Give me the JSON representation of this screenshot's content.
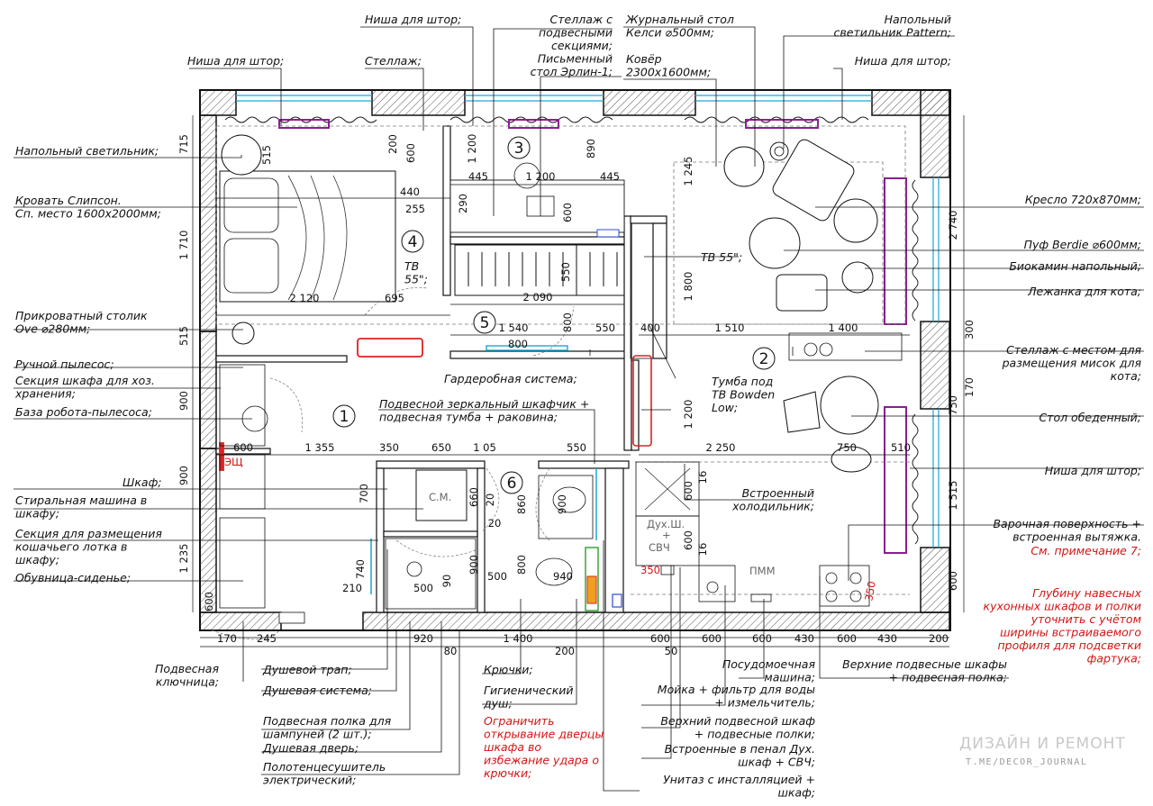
{
  "labels_top": [
    {
      "id": "curtain-niche-1",
      "lines": [
        "Ниша для штор;"
      ]
    },
    {
      "id": "curtain-niche-2",
      "lines": [
        "Ниша для штор;"
      ]
    },
    {
      "id": "shelving",
      "lines": [
        "Стеллаж;"
      ]
    },
    {
      "id": "hanging-shelving",
      "lines": [
        "Стеллаж с",
        "подвесными",
        "секциями;",
        "Письменный",
        "стол Эрлин-1;"
      ]
    },
    {
      "id": "coffee-table",
      "lines": [
        "Журнальный стол",
        "Келси ⌀500мм;"
      ]
    },
    {
      "id": "carpet",
      "lines": [
        "Ковёр",
        "2300х1600мм;"
      ]
    },
    {
      "id": "floor-lamp-pattern",
      "lines": [
        "Напольный",
        "светильник Pattern;"
      ]
    },
    {
      "id": "curtain-niche-3",
      "lines": [
        "Ниша для штор;"
      ]
    }
  ],
  "labels_left": [
    {
      "id": "floor-lamp",
      "lines": [
        "Напольный светильник;"
      ]
    },
    {
      "id": "bed",
      "lines": [
        "Кровать Слипсон.",
        "Сп. место 1600х2000мм;"
      ]
    },
    {
      "id": "bedside-table",
      "lines": [
        "Прикроватный столик",
        "Ove ⌀280мм;"
      ]
    },
    {
      "id": "hand-vacuum",
      "lines": [
        "Ручной пылесос;"
      ]
    },
    {
      "id": "utility-cabinet",
      "lines": [
        "Секция шкафа для хоз.",
        "хранения;"
      ]
    },
    {
      "id": "robot-vacuum-base",
      "lines": [
        "База робота-пылесоса;"
      ]
    },
    {
      "id": "wardrobe-hall",
      "lines": [
        "Шкаф;"
      ]
    },
    {
      "id": "washing-machine",
      "lines": [
        "Стиральная машина в",
        "шкафу;"
      ]
    },
    {
      "id": "litter-box-section",
      "lines": [
        "Секция для размещения",
        "кошачьего лотка в",
        "шкафу;"
      ]
    },
    {
      "id": "shoe-bench",
      "lines": [
        "Обувница-сиденье;"
      ]
    }
  ],
  "labels_right": [
    {
      "id": "armchair",
      "lines": [
        "Кресло 720х870мм;"
      ]
    },
    {
      "id": "pouf",
      "lines": [
        "Пуф Berdie ⌀600мм;"
      ]
    },
    {
      "id": "biofireplace",
      "lines": [
        "Биокамин напольный;"
      ]
    },
    {
      "id": "cat-bed",
      "lines": [
        "Лежанка для кота;"
      ]
    },
    {
      "id": "cat-shelving",
      "lines": [
        "Стеллаж с местом для",
        "размещения мисок для",
        "кота;"
      ]
    },
    {
      "id": "dining-table",
      "lines": [
        "Стол обеденный;"
      ]
    },
    {
      "id": "curtain-niche-4",
      "lines": [
        "Ниша для штор;"
      ]
    },
    {
      "id": "hob-hood",
      "lines": [
        "Варочная поверхность +",
        "встроенная вытяжка."
      ]
    },
    {
      "id": "note-7",
      "lines": [
        "См. примечание 7;"
      ],
      "red": true
    },
    {
      "id": "cabinet-depth-note",
      "lines": [
        "Глубину навесных",
        "кухонных шкафов и полки",
        "уточнить с учётом",
        "ширины встраиваемого",
        "профиля для подсветки",
        "фартука;"
      ],
      "red": true
    }
  ],
  "labels_inner": [
    {
      "id": "tv-bedroom",
      "lines": [
        "ТВ",
        "55\";"
      ]
    },
    {
      "id": "tv-living",
      "lines": [
        "ТВ 55\";"
      ]
    },
    {
      "id": "wardrobe-system",
      "lines": [
        "Гардеробная система;"
      ]
    },
    {
      "id": "mirror-cabinet",
      "lines": [
        "Подвесной зеркальный шкафчик +",
        "подвесная тумба + раковина;"
      ]
    },
    {
      "id": "tv-stand",
      "lines": [
        "Тумба под",
        "ТВ Bowden",
        "Low;"
      ]
    },
    {
      "id": "built-in-fridge",
      "lines": [
        "Встроенный",
        "холодильник;"
      ]
    }
  ],
  "labels_bottom": [
    {
      "id": "key-holder",
      "lines": [
        "Подвесная",
        "ключница;"
      ]
    },
    {
      "id": "shower-drain",
      "lines": [
        "Душевой трап;"
      ]
    },
    {
      "id": "shower-system",
      "lines": [
        "Душевая система;"
      ]
    },
    {
      "id": "shampoo-shelf",
      "lines": [
        "Подвесная полка для",
        "шампуней (2 шт.);"
      ]
    },
    {
      "id": "shower-door",
      "lines": [
        "Душевая дверь;"
      ]
    },
    {
      "id": "towel-dryer",
      "lines": [
        "Полотенцесушитель",
        "электрический;"
      ]
    },
    {
      "id": "hooks",
      "lines": [
        "Крючки;"
      ]
    },
    {
      "id": "hygienic-shower",
      "lines": [
        "Гигиенический",
        "душ;"
      ]
    },
    {
      "id": "door-limit-note",
      "lines": [
        "Ограничить",
        "открывание дверцы",
        "шкафа во",
        "избежание удара о",
        "крючки;"
      ],
      "red": true
    },
    {
      "id": "dishwasher",
      "lines": [
        "Посудомоечная",
        "машина;"
      ]
    },
    {
      "id": "sink-filter",
      "lines": [
        "Мойка + фильтр для воды",
        "+ измельчитель;"
      ]
    },
    {
      "id": "upper-cabinet",
      "lines": [
        "Верхний подвесной шкаф",
        "+ подвесные полки;"
      ]
    },
    {
      "id": "oven-microwave",
      "lines": [
        "Встроенные в пенал Дух.",
        "шкаф + СВЧ;"
      ]
    },
    {
      "id": "toilet",
      "lines": [
        "Унитаз с инсталляцией +",
        "шкаф;"
      ]
    },
    {
      "id": "upper-kitchen-cabinets",
      "lines": [
        "Верхние подвесные шкафы",
        "+ подвесная полка;"
      ]
    }
  ],
  "room_numbers": [
    "1",
    "2",
    "3",
    "4",
    "5",
    "6"
  ],
  "fixture_marks": {
    "washer": "С.М.",
    "oven": "Дух.Ш.",
    "plus": "+",
    "microwave": "СВЧ",
    "dishwasher": "ПММ",
    "electric_panel": "ЭЩ"
  },
  "dims_top": [
    "715",
    "515",
    "200",
    "600",
    "1 200",
    "890",
    "1 245",
    "2 740",
    "1 800"
  ],
  "dims_left": [
    "1 710",
    "515",
    "900",
    "900",
    "1 235",
    "600"
  ],
  "dims_right": [
    "300",
    "170",
    "750",
    "1 515",
    "600"
  ],
  "dims_bottom": [
    "170",
    "245",
    "920",
    "80",
    "1 400",
    "200",
    "600",
    "600",
    "600",
    "430",
    "600",
    "430",
    "200",
    "50"
  ],
  "dims_inner": [
    "445",
    "1 200",
    "445",
    "440",
    "255",
    "290",
    "600",
    "550",
    "2 090",
    "2 120",
    "695",
    "1 540",
    "800",
    "550",
    "800",
    "400",
    "1 510",
    "1 400",
    "1 355",
    "350",
    "650",
    "1 05",
    "550",
    "2 250",
    "750",
    "510",
    "600",
    "700",
    "660",
    "20",
    "20",
    "860",
    "900",
    "16",
    "600",
    "600",
    "16",
    "740",
    "210",
    "500",
    "90",
    "900",
    "800",
    "500",
    "940",
    "1 200"
  ],
  "dims_red": [
    "350",
    "350"
  ],
  "watermark": {
    "title": "ДИЗАЙН И РЕМОНТ",
    "handle": "T.ME/DECOR_JOURNAL"
  },
  "colors": {
    "glass": "#1aa7d6",
    "curtain_rail": "#8a1f8f",
    "heater": "#e02020",
    "text_red": "#d41414",
    "door_blue": "#2a4bd8"
  }
}
